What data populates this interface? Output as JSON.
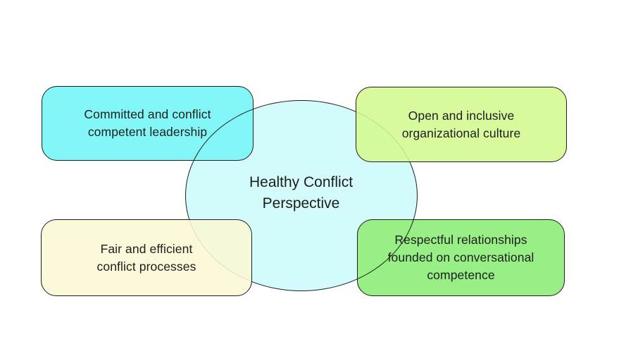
{
  "diagram": {
    "center": {
      "fill": "#d3fbfb",
      "lines": [
        "Healthy Conflict",
        "Perspective"
      ]
    },
    "boxes": {
      "top_left": {
        "fill": "#83f7f7",
        "lines": [
          "Committed and conflict",
          "competent leadership"
        ]
      },
      "top_right": {
        "fill": "#d3f98f",
        "lines": [
          "Open and inclusive",
          "organizational culture"
        ]
      },
      "bottom_left": {
        "fill": "#fbf8d4",
        "lines": [
          "Fair and efficient",
          "conflict processes"
        ]
      },
      "bottom_right": {
        "fill": "#97ef86",
        "lines": [
          "Respectful relationships",
          "founded on conversational",
          "competence"
        ]
      }
    },
    "colors": {
      "border": "#1f1f1f",
      "text": "#1d1d1d",
      "background": "#ffffff"
    }
  }
}
